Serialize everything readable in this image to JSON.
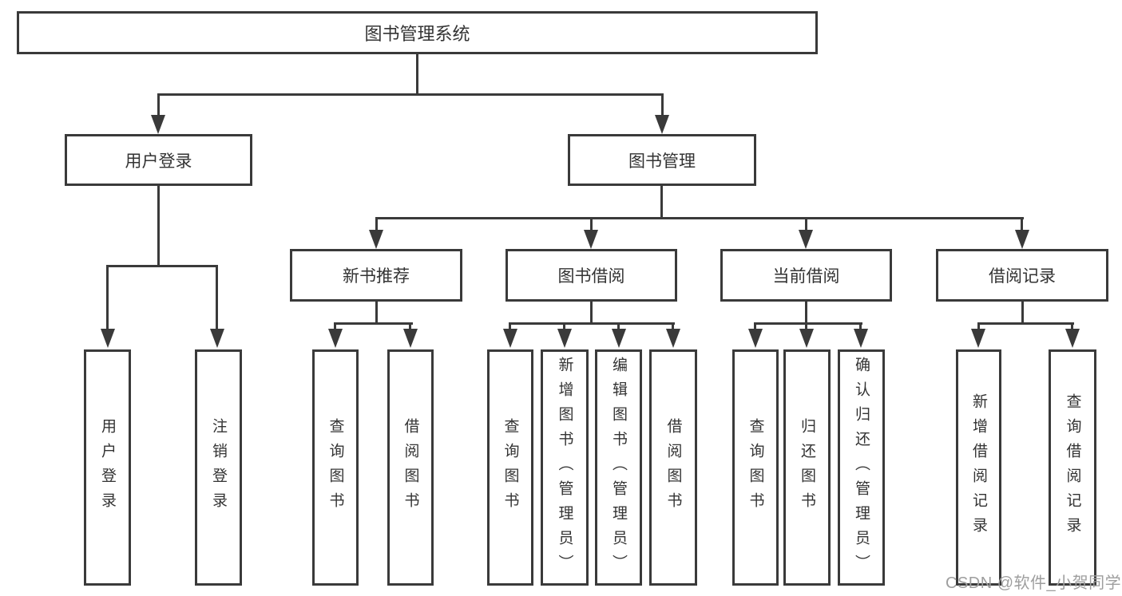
{
  "tree": {
    "label": "图书管理系统",
    "children": [
      {
        "label": "用户登录",
        "children": [
          {
            "label": "用户登录"
          },
          {
            "label": "注销登录"
          }
        ]
      },
      {
        "label": "图书管理",
        "children": [
          {
            "label": "新书推荐",
            "children": [
              {
                "label": "查询图书"
              },
              {
                "label": "借阅图书"
              }
            ]
          },
          {
            "label": "图书借阅",
            "children": [
              {
                "label": "查询图书"
              },
              {
                "label": "新增图书（管理员）"
              },
              {
                "label": "编辑图书（管理员）"
              },
              {
                "label": "借阅图书"
              }
            ]
          },
          {
            "label": "当前借阅",
            "children": [
              {
                "label": "查询图书"
              },
              {
                "label": "归还图书"
              },
              {
                "label": "确认归还（管理员）"
              }
            ]
          },
          {
            "label": "借阅记录",
            "children": [
              {
                "label": "新增借阅记录"
              },
              {
                "label": "查询借阅记录"
              }
            ]
          }
        ]
      }
    ]
  },
  "watermark": "CSDN @软件_小贺同学"
}
